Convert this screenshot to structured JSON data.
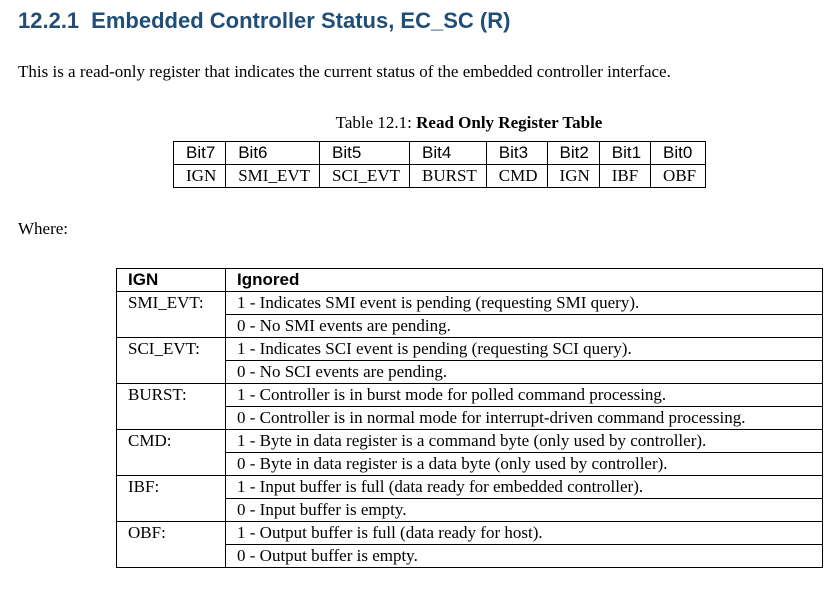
{
  "section": {
    "number": "12.2.1",
    "title": "Embedded Controller Status, EC_SC (R)"
  },
  "intro": "This is a read-only register that indicates the current status of the embedded controller interface.",
  "table_caption": {
    "prefix": "Table 12.1:",
    "title": "Read Only Register Table"
  },
  "bit_table": {
    "headers": [
      "Bit7",
      "Bit6",
      "Bit5",
      "Bit4",
      "Bit3",
      "Bit2",
      "Bit1",
      "Bit0"
    ],
    "values": [
      "IGN",
      "SMI_EVT",
      "SCI_EVT",
      "BURST",
      "CMD",
      "IGN",
      "IBF",
      "OBF"
    ]
  },
  "where_label": "Where:",
  "desc_table": {
    "head": {
      "name": "IGN",
      "desc": "Ignored"
    },
    "rows": [
      {
        "name": "SMI_EVT:",
        "one": "1 - Indicates SMI event is pending (requesting SMI query).",
        "zero": "0 - No SMI events are pending."
      },
      {
        "name": "SCI_EVT:",
        "one": "1 - Indicates SCI event is pending (requesting SCI query).",
        "zero": "0 - No SCI events are pending."
      },
      {
        "name": "BURST:",
        "one": "1 - Controller is in burst mode for polled command processing.",
        "zero": "0 - Controller is in normal mode for interrupt-driven command processing."
      },
      {
        "name": "CMD:",
        "one": "1 - Byte in data register is a command byte (only used by controller).",
        "zero": "0 - Byte in data register is a data byte (only used by controller)."
      },
      {
        "name": "IBF:",
        "one": "1 - Input buffer is full (data ready for embedded controller).",
        "zero": "0 - Input buffer is empty."
      },
      {
        "name": "OBF:",
        "one": "1 - Output buffer is full (data ready for host).",
        "zero": "0 - Output buffer is empty."
      }
    ]
  }
}
